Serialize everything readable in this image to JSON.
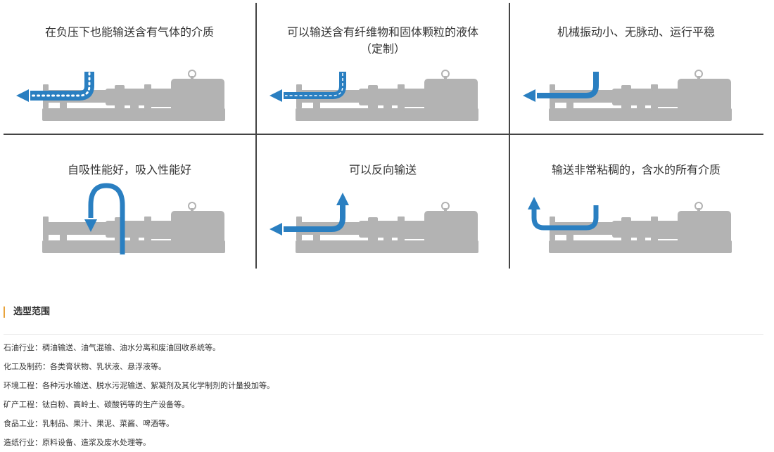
{
  "features": [
    {
      "caption": "在负压下也能输送含有气体的介质",
      "caption2": "",
      "flow": "gas-mixed-left"
    },
    {
      "caption": "可以输送含有纤维物和固体颗粒的液体",
      "caption2": "（定制）",
      "flow": "solids-left"
    },
    {
      "caption": "机械振动小、无脉动、运行平稳",
      "caption2": "",
      "flow": "smooth-left"
    },
    {
      "caption": "自吸性能好，吸入性能好",
      "caption2": "",
      "flow": "self-priming"
    },
    {
      "caption": "可以反向输送",
      "caption2": "",
      "flow": "reverse"
    },
    {
      "caption": "输送非常粘稠的，含水的所有介质",
      "caption2": "",
      "flow": "viscous-up"
    }
  ],
  "colors": {
    "flow": "#2a7fc1",
    "pump": "#b3b3b3",
    "grid": "#444444",
    "accent": "#e8a23a"
  },
  "section": {
    "title": "选型范围"
  },
  "applications": [
    "石油行业：稠油输送、油气混输、油水分离和废油回收系统等。",
    "化工及制药：各类膏状物、乳状液、悬浮液等。",
    "环境工程：各种污水输送、脱水污泥输送、絮凝剂及其化学制剂的计量投加等。",
    "矿产工程：钛白粉、高岭土、碳酸钙等的生产设备等。",
    "食品工业：乳制品、果汁、果泥、菜酱、啤酒等。",
    "造纸行业：原料设备、造浆及废水处理等。"
  ]
}
